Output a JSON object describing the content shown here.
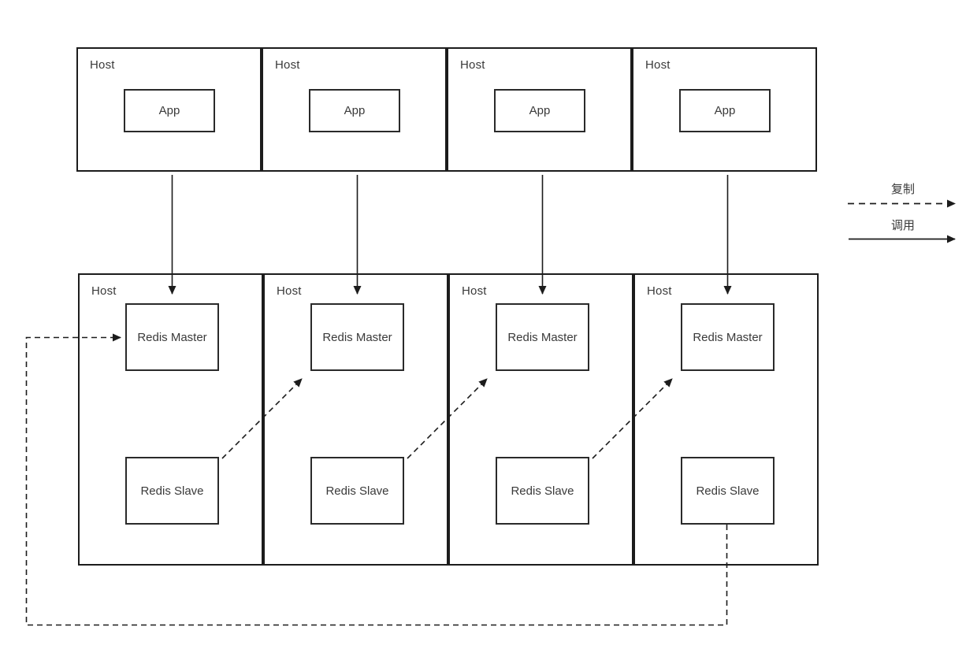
{
  "diagram": {
    "top_hosts": [
      {
        "label": "Host",
        "app": "App"
      },
      {
        "label": "Host",
        "app": "App"
      },
      {
        "label": "Host",
        "app": "App"
      },
      {
        "label": "Host",
        "app": "App"
      }
    ],
    "bottom_hosts": [
      {
        "label": "Host",
        "master": "Redis Master",
        "slave": "Redis Slave"
      },
      {
        "label": "Host",
        "master": "Redis Master",
        "slave": "Redis Slave"
      },
      {
        "label": "Host",
        "master": "Redis Master",
        "slave": "Redis Slave"
      },
      {
        "label": "Host",
        "master": "Redis Master",
        "slave": "Redis Slave"
      }
    ],
    "legend": {
      "replication_label": "复制",
      "call_label": "调用"
    },
    "edges": [
      {
        "from": "app-1",
        "to": "redis-master-1",
        "type": "调用"
      },
      {
        "from": "app-2",
        "to": "redis-master-2",
        "type": "调用"
      },
      {
        "from": "app-3",
        "to": "redis-master-3",
        "type": "调用"
      },
      {
        "from": "app-4",
        "to": "redis-master-4",
        "type": "调用"
      },
      {
        "from": "redis-slave-1",
        "to": "redis-master-2",
        "type": "复制"
      },
      {
        "from": "redis-slave-2",
        "to": "redis-master-3",
        "type": "复制"
      },
      {
        "from": "redis-slave-3",
        "to": "redis-master-4",
        "type": "复制"
      },
      {
        "from": "redis-slave-4",
        "to": "redis-master-1",
        "type": "复制"
      }
    ],
    "colors": {
      "stroke": "#1c1c1c",
      "text": "#333333",
      "background": "#ffffff"
    }
  }
}
